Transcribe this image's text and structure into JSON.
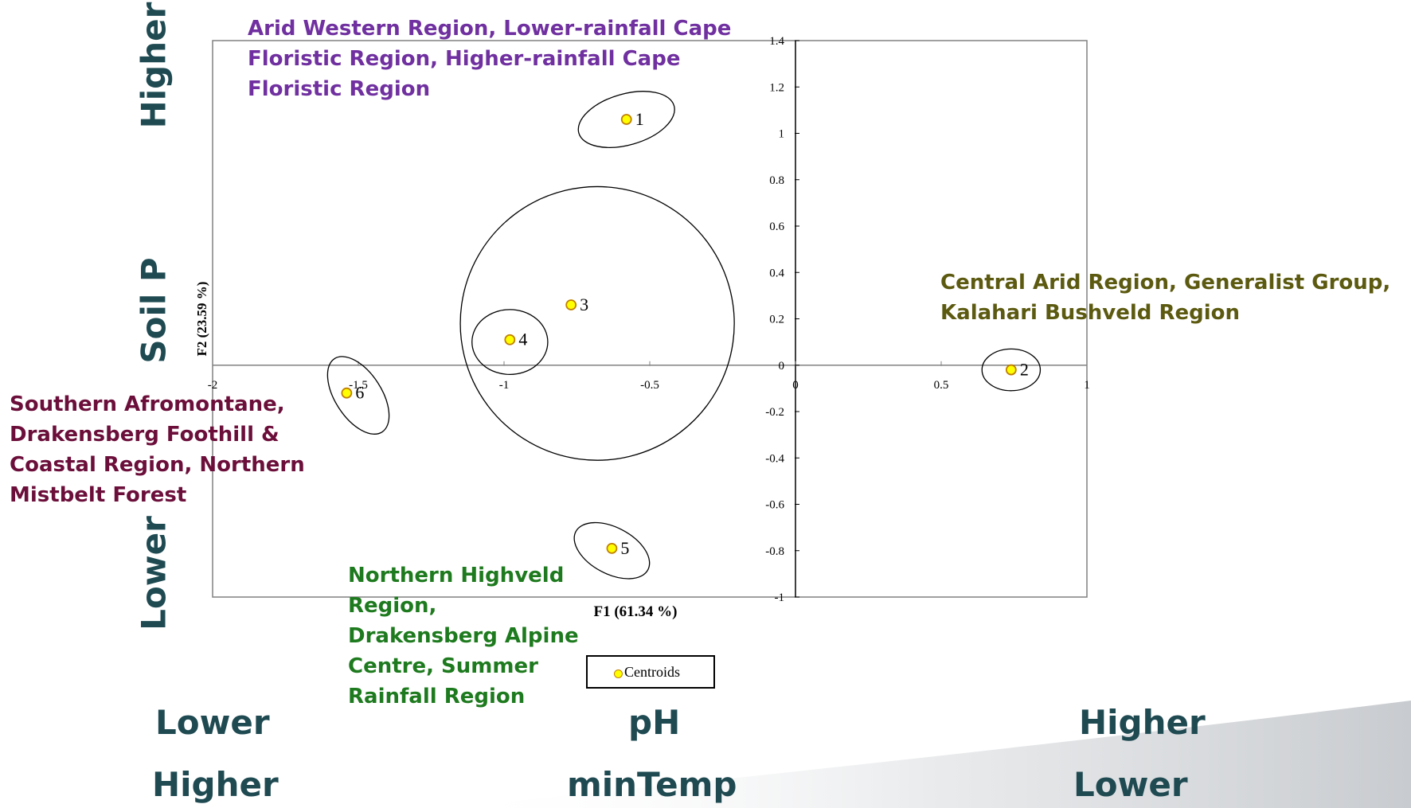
{
  "chart_data": {
    "type": "scatter",
    "xlabel": "F1 (61.34 %)",
    "ylabel": "F2 (23.59 %)",
    "xlim": [
      -2,
      1
    ],
    "ylim": [
      -1,
      1.4
    ],
    "x_ticks": [
      "-2",
      "-1.5",
      "-1",
      "-0.5",
      "0",
      "0.5",
      "1"
    ],
    "y_ticks": [
      "1.4",
      "1.2",
      "1",
      "0.8",
      "0.6",
      "0.4",
      "0.2",
      "0",
      "-0.2",
      "-0.4",
      "-0.6",
      "-0.8",
      "-1"
    ],
    "legend": {
      "label": "Centroids",
      "placement": "bottom-center"
    },
    "marker_color": "#ffff00",
    "marker_edge_color": "#c08000",
    "series": [
      {
        "name": "Centroids",
        "points": [
          {
            "label": "1",
            "x": -0.58,
            "y": 1.06
          },
          {
            "label": "2",
            "x": 0.74,
            "y": -0.02
          },
          {
            "label": "3",
            "x": -0.77,
            "y": 0.26
          },
          {
            "label": "4",
            "x": -0.98,
            "y": 0.11
          },
          {
            "label": "5",
            "x": -0.63,
            "y": -0.79
          },
          {
            "label": "6",
            "x": -1.54,
            "y": -0.12
          }
        ]
      }
    ],
    "confidence_ellipses": [
      {
        "label": "1",
        "cx": -0.58,
        "cy": 1.06,
        "rx": 0.17,
        "ry": 0.11,
        "angle": -16
      },
      {
        "label": "2",
        "cx": 0.74,
        "cy": -0.02,
        "rx": 0.1,
        "ry": 0.09,
        "angle": 0
      },
      {
        "label": "3",
        "cx": -0.68,
        "cy": 0.18,
        "rx": 0.47,
        "ry": 0.59,
        "angle": 8
      },
      {
        "label": "4",
        "cx": -0.98,
        "cy": 0.1,
        "rx": 0.13,
        "ry": 0.14,
        "angle": 0
      },
      {
        "label": "5",
        "cx": -0.63,
        "cy": -0.8,
        "rx": 0.14,
        "ry": 0.1,
        "angle": 28
      },
      {
        "label": "6",
        "cx": -1.5,
        "cy": -0.13,
        "rx": 0.15,
        "ry": 0.1,
        "angle": 57
      }
    ]
  },
  "group_labels": {
    "g1": "Arid Western Region, Lower-rainfall Cape\nFloristic Region, Higher-rainfall Cape\nFloristic Region",
    "g2": "Central Arid Region, Generalist Group,\nKalahari Bushveld Region",
    "g6": "Southern Afromontane,\nDrakensberg Foothill &\nCoastal Region, Northern\nMistbelt Forest",
    "g5": "Northern Highveld\nRegion,\nDrakensberg Alpine\nCentre, Summer\nRainfall Region"
  },
  "colors": {
    "g1": "#7030a0",
    "g2": "#5c5a10",
    "g6": "#6b0f3a",
    "g5": "#1e7a1e",
    "axis_words": "#1f4a52"
  },
  "side_labels": {
    "vertical_top": "Higher",
    "vertical_mid": "Soil P",
    "vertical_bottom": "Lower",
    "row1_left": "Lower",
    "row1_mid": "pH",
    "row1_right": "Higher",
    "row2_left": "Higher",
    "row2_mid": "minTemp",
    "row2_right": "Lower"
  }
}
